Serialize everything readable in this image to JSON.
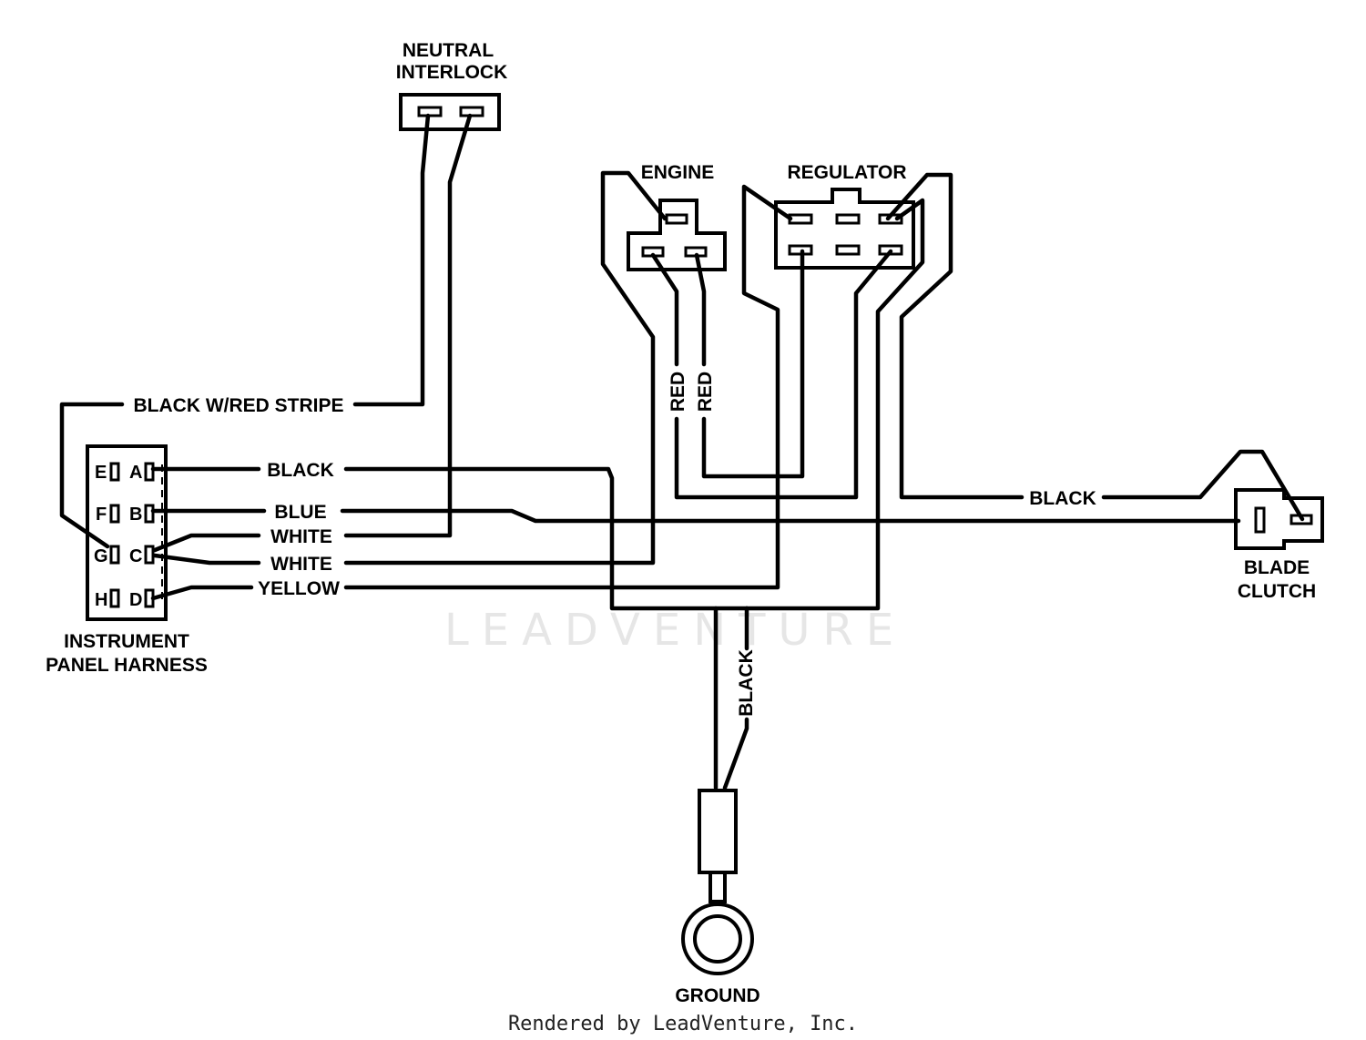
{
  "components": {
    "neutral_interlock": [
      "NEUTRAL",
      "INTERLOCK"
    ],
    "engine": "ENGINE",
    "regulator": "REGULATOR",
    "instrument_panel_harness": [
      "INSTRUMENT",
      "PANEL HARNESS"
    ],
    "blade_clutch": [
      "BLADE",
      "CLUTCH"
    ],
    "ground": "GROUND"
  },
  "harness_pins": [
    "E",
    "F",
    "G",
    "H",
    "A",
    "B",
    "C",
    "D"
  ],
  "wires": {
    "black_red_stripe": "BLACK W/RED STRIPE",
    "black_a": "BLACK",
    "blue": "BLUE",
    "white_1": "WHITE",
    "white_2": "WHITE",
    "yellow": "YELLOW",
    "red_1": "RED",
    "red_2": "RED",
    "black_blade": "BLACK",
    "black_ground": "BLACK"
  },
  "watermark": "LEADVENTURE",
  "footer": "Rendered by LeadVenture, Inc."
}
